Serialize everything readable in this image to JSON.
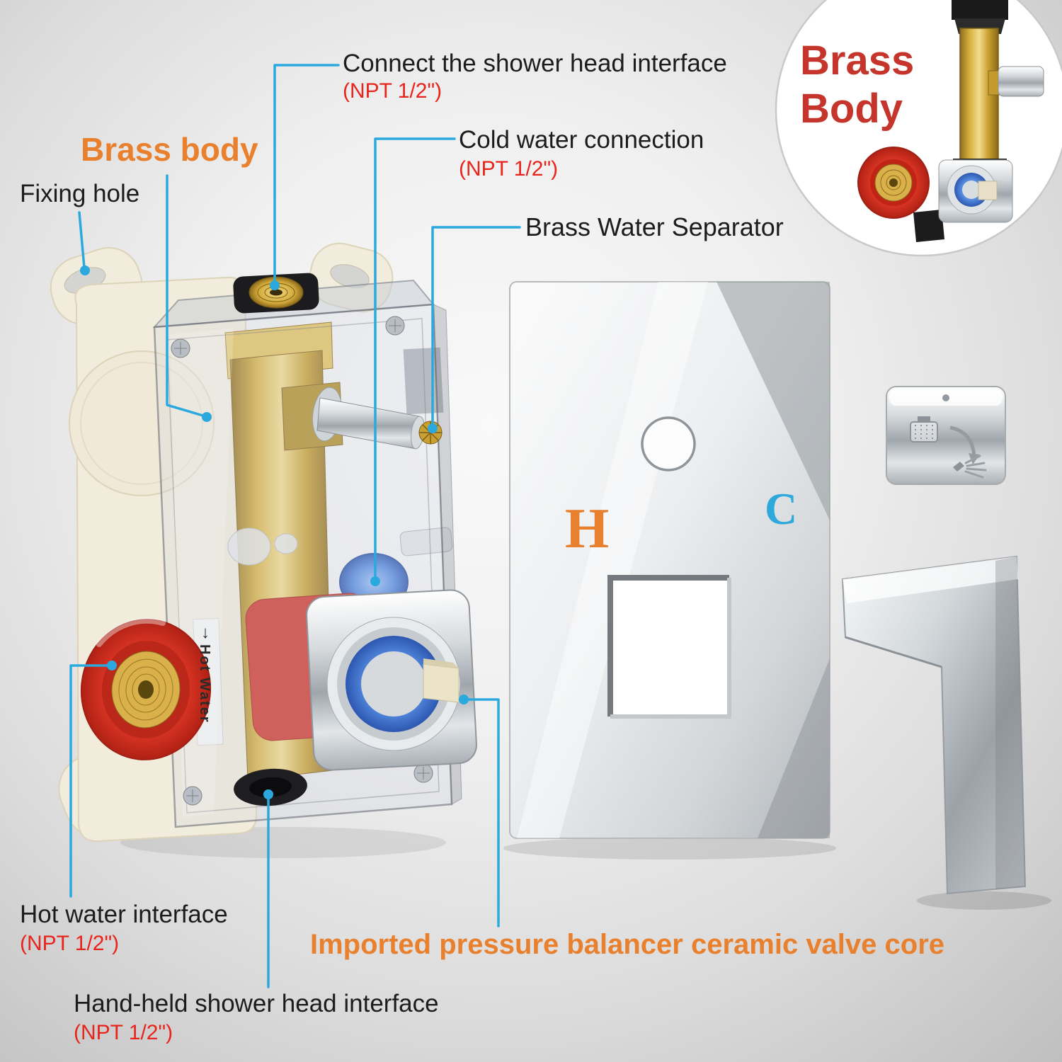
{
  "colors": {
    "accent": "#2BA9DE",
    "label_red": "#E8251C",
    "label_orange": "#E8802E",
    "cold_blue": "#2FA9DC",
    "inset_red": "#C5352C"
  },
  "inset": {
    "title_line1": "Brass",
    "title_line2": "Body"
  },
  "plate": {
    "hot_letter": "H",
    "cold_letter": "C"
  },
  "valve_markings": {
    "arrow": "↓",
    "hot_water": "Hot Water"
  },
  "labels": {
    "connect_shower": {
      "text": "Connect the shower head interface",
      "npt": "(NPT 1/2\")"
    },
    "brass_body": {
      "text": "Brass body"
    },
    "fixing_hole": {
      "text": "Fixing hole"
    },
    "cold_water": {
      "text": "Cold water connection",
      "npt": "(NPT 1/2\")"
    },
    "water_separator": {
      "text": "Brass Water Separator"
    },
    "hot_water": {
      "text": "Hot water interface",
      "npt": "(NPT 1/2\")"
    },
    "valve_core": {
      "text": "Imported pressure balancer ceramic valve core"
    },
    "handheld": {
      "text": "Hand-held shower head interface",
      "npt": "(NPT 1/2\")"
    }
  }
}
